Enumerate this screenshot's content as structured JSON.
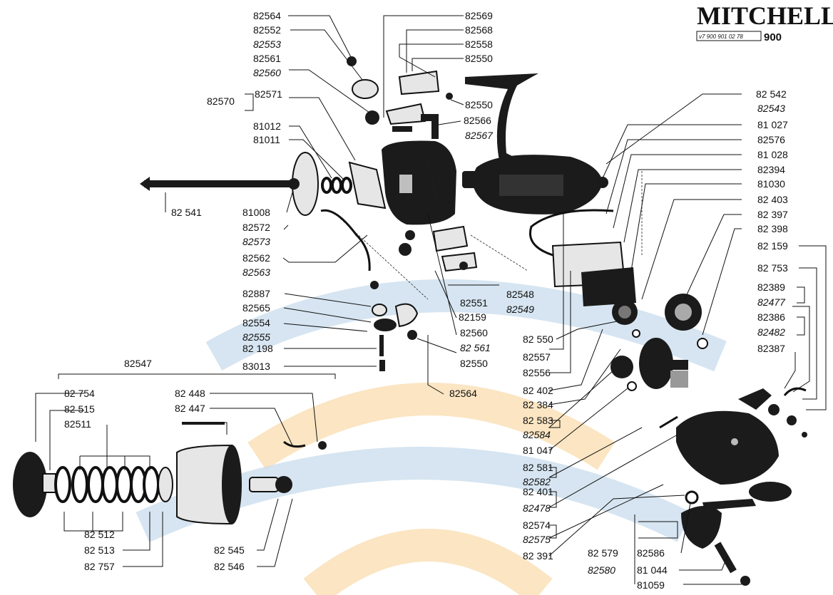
{
  "brand": {
    "name": "MITCHELL",
    "model": "900",
    "stamp": "v7 900 901 02 78"
  },
  "colors": {
    "ink": "#111111",
    "watermark_blue": "#c8dcec",
    "watermark_orange": "#f9dcae"
  },
  "labels": {
    "82564a": "82564",
    "82552": "82552",
    "82553": "82553",
    "82561a": "82561",
    "82560a": "82560",
    "82570": "82570",
    "82571": "82571",
    "81012": "81012",
    "81011": "81011",
    "82569": "82569",
    "82568": "82568",
    "82558": "82558",
    "82550a": "82550",
    "82550b": "82550",
    "82566": "82566",
    "82567": "82567",
    "82541": "82 541",
    "81008": "81008",
    "82572": "82572",
    "82573": "82573",
    "82562": "82562",
    "82563": "82563",
    "82887": "82887",
    "82565": "82565",
    "82554": "82554",
    "82555": "82555",
    "82198": "82 198",
    "83013": "83013",
    "82551": "82551",
    "82159a": "82159",
    "82548": "82548",
    "82549": "82549",
    "82560b": "82560",
    "82561b": "82 561",
    "82550c": "82550",
    "82564b": "82564",
    "82547": "82547",
    "82754": "82 754",
    "82515": "82 515",
    "82511": "82511",
    "82512": "82 512",
    "82513": "82 513",
    "82757": "82 757",
    "82448": "82 448",
    "82447": "82 447",
    "82545": "82 545",
    "82546": "82 546",
    "82542": "82 542",
    "82543": "82543",
    "81027": "81 027",
    "82576": "82576",
    "81028": "81 028",
    "82394": "82394",
    "81030": "81030",
    "82403": "82 403",
    "82397": "82 397",
    "82398": "82 398",
    "82159b": "82 159",
    "82753": "82 753",
    "82389": "82389",
    "82477": "82477",
    "82386": "82386",
    "82482": "82482",
    "82387": "82387",
    "82550d": "82 550",
    "82557": "82557",
    "82556": "82556",
    "82402": "82 402",
    "82384": "82 384",
    "82583": "82 583",
    "82584": "82584",
    "81047": "81 047",
    "82581": "82 581",
    "82582": "82582",
    "82401": "82 401",
    "82478": "82478",
    "82574": "82574",
    "82575": "82575",
    "82391": "82 391",
    "82579": "82 579",
    "82580": "82580",
    "82586": "82586",
    "81044": "81 044",
    "81059": "81059"
  }
}
